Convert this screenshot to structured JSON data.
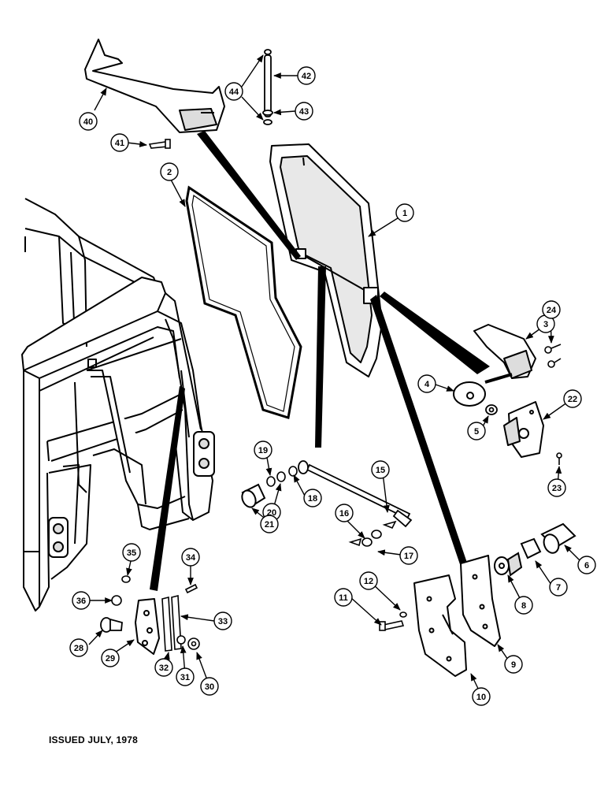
{
  "footer": {
    "issued": "ISSUED JULY, 1978"
  },
  "parts": {
    "p1": "1",
    "p2": "2",
    "p3": "3",
    "p4": "4",
    "p5": "5",
    "p6": "6",
    "p7": "7",
    "p8": "8",
    "p9": "9",
    "p10": "10",
    "p11": "11",
    "p12": "12",
    "p15": "15",
    "p16": "16",
    "p17": "17",
    "p18": "18",
    "p19": "19",
    "p20": "20",
    "p21": "21",
    "p22": "22",
    "p23": "23",
    "p24": "24",
    "p28": "28",
    "p29": "29",
    "p30": "30",
    "p31": "31",
    "p32": "32",
    "p33": "33",
    "p34": "34",
    "p35": "35",
    "p36": "36",
    "p40": "40",
    "p41": "41",
    "p42": "42",
    "p43": "43",
    "p44": "44"
  },
  "colors": {
    "ink": "#000000",
    "paper": "#ffffff",
    "shade": "#d9d9d9"
  }
}
